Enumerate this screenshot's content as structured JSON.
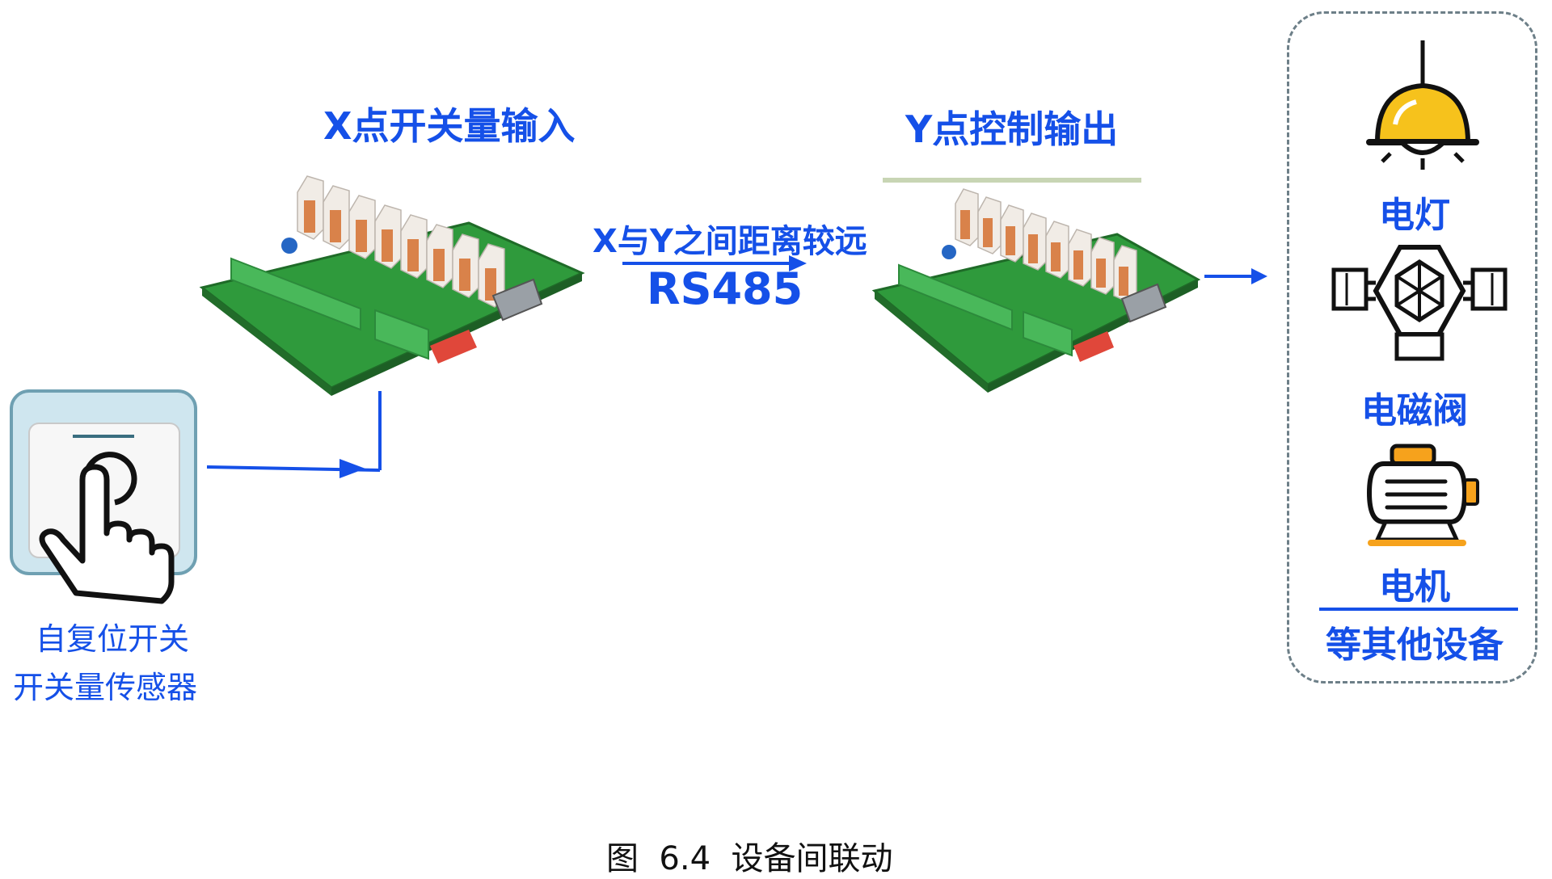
{
  "titles": {
    "input_board": "X点开关量输入",
    "output_board": "Y点控制输出"
  },
  "link": {
    "note": "X与Y之间距离较远",
    "protocol": "RS485"
  },
  "sensor": {
    "line1": "自复位开关",
    "line2": "开关量传感器"
  },
  "devices": {
    "lamp": "电灯",
    "valve": "电磁阀",
    "motor": "电机",
    "others": "等其他设备"
  },
  "caption": "图  6.4  设备间联动",
  "colors": {
    "label_blue": "#1550e8",
    "pcb_green": "#2f9a3c",
    "terminal_green": "#49b85a",
    "relay_orange": "#d9824a",
    "lamp_yellow": "#f6c21c",
    "panel_dash": "#6d7f88"
  },
  "icons": {
    "sensor": "touch-switch-icon",
    "lamp": "pendant-lamp-icon",
    "valve": "solenoid-valve-icon",
    "motor": "motor-icon"
  }
}
